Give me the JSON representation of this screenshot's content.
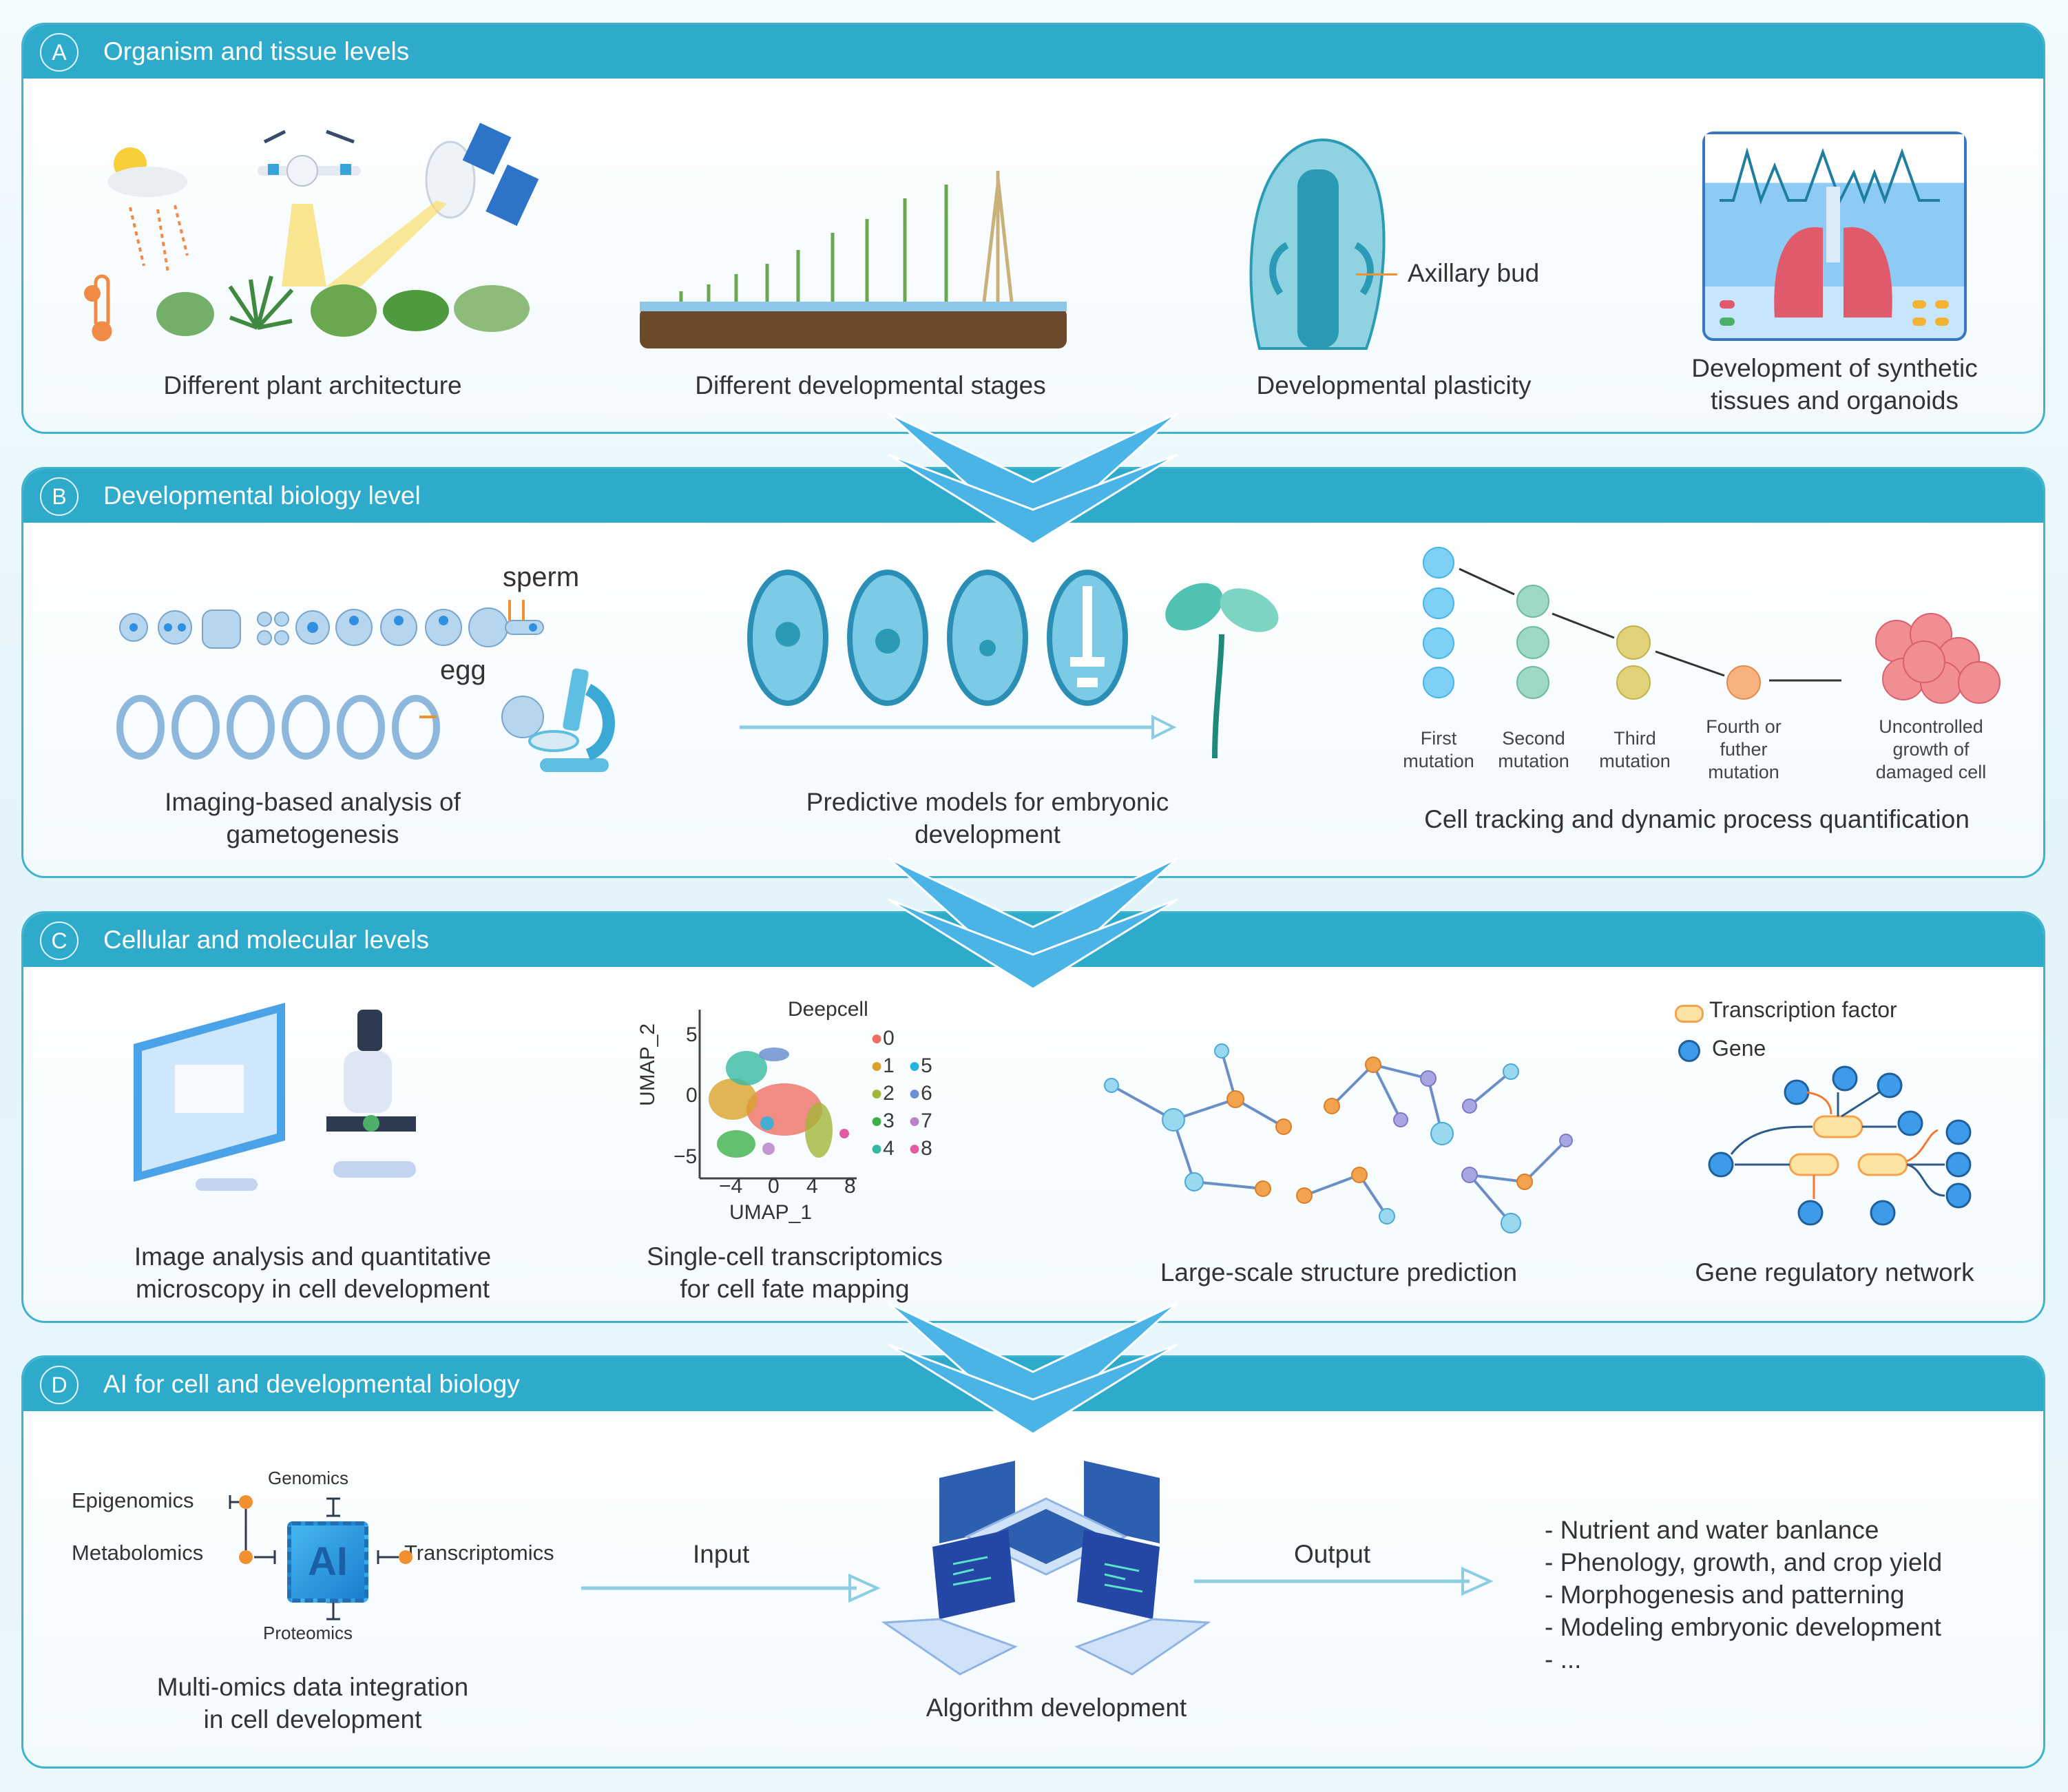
{
  "panels": {
    "A": {
      "badge": "A",
      "title": "Organism and tissue levels",
      "items": [
        {
          "caption": "Different plant architecture"
        },
        {
          "caption": "Different developmental stages"
        },
        {
          "caption": "Developmental plasticity",
          "label": "Axillary bud"
        },
        {
          "caption_line1": "Development of synthetic",
          "caption_line2": "tissues and organoids"
        }
      ]
    },
    "B": {
      "badge": "B",
      "title": "Developmental biology level",
      "gametogenesis": {
        "sperm_label": "sperm",
        "egg_label": "egg",
        "caption_line1": "Imaging-based analysis of",
        "caption_line2": "gametogenesis"
      },
      "embryo": {
        "caption_line1": "Predictive models for embryonic",
        "caption_line2": "development"
      },
      "tracking": {
        "stages": [
          {
            "line1": "First",
            "line2": "mutation",
            "line3": ""
          },
          {
            "line1": "Second",
            "line2": "mutation",
            "line3": ""
          },
          {
            "line1": "Third",
            "line2": "mutation",
            "line3": ""
          },
          {
            "line1": "Fourth or",
            "line2": "futher",
            "line3": "mutation"
          },
          {
            "line1": "Uncontrolled",
            "line2": "growth of",
            "line3": "damaged cell"
          }
        ],
        "caption": "Cell tracking and dynamic process quantification"
      }
    },
    "C": {
      "badge": "C",
      "title": "Cellular and molecular levels",
      "microscopy": {
        "caption_line1": "Image analysis and quantitative",
        "caption_line2": "microscopy in cell development"
      },
      "umap": {
        "caption_line1": "Single-cell transcriptomics",
        "caption_line2": "for cell fate mapping"
      },
      "structure": {
        "caption": "Large-scale structure prediction"
      },
      "grn": {
        "legend_tf": "Transcription factor",
        "legend_gene": "Gene",
        "caption": "Gene regulatory network"
      }
    },
    "D": {
      "badge": "D",
      "title": "AI for cell and developmental biology",
      "omics": {
        "genomics": "Genomics",
        "epigenomics": "Epigenomics",
        "metabolomics": "Metabolomics",
        "transcriptomics": "Transcriptomics",
        "proteomics": "Proteomics",
        "chip_label": "AI",
        "caption_line1": "Multi-omics data integration",
        "caption_line2": "in cell development"
      },
      "input_label": "Input",
      "output_label": "Output",
      "algorithm_caption": "Algorithm development",
      "outputs": [
        "- Nutrient and water banlance",
        "- Phenology, growth, and crop yield",
        "- Morphogenesis and patterning",
        "- Modeling embryonic development",
        "- ..."
      ]
    }
  },
  "chart_data": {
    "type": "scatter",
    "title": "Deepcell",
    "xlabel": "UMAP_1",
    "ylabel": "UMAP_2",
    "xticks": [
      -4,
      0,
      4,
      8
    ],
    "yticks": [
      -5,
      0,
      5
    ],
    "xlim": [
      -7,
      8.5
    ],
    "ylim": [
      -6,
      7
    ],
    "legend": [
      {
        "name": "0",
        "color": "#ef6f63"
      },
      {
        "name": "1",
        "color": "#d9a22c"
      },
      {
        "name": "2",
        "color": "#a3b53a"
      },
      {
        "name": "3",
        "color": "#3db04a"
      },
      {
        "name": "4",
        "color": "#34b9a0"
      },
      {
        "name": "5",
        "color": "#27b3e0"
      },
      {
        "name": "6",
        "color": "#6d8fd0"
      },
      {
        "name": "7",
        "color": "#b784c9"
      },
      {
        "name": "8",
        "color": "#e35ca1"
      }
    ],
    "clusters": [
      {
        "name": "0",
        "center": [
          2,
          0
        ]
      },
      {
        "name": "1",
        "center": [
          -5,
          0.5
        ]
      },
      {
        "name": "2",
        "center": [
          5,
          -2
        ]
      },
      {
        "name": "3",
        "center": [
          -3.5,
          -3
        ]
      },
      {
        "name": "4",
        "center": [
          -2.5,
          3
        ]
      },
      {
        "name": "5",
        "center": [
          -0.5,
          -1.5
        ]
      },
      {
        "name": "6",
        "center": [
          1,
          4.5
        ]
      },
      {
        "name": "7",
        "center": [
          -0.5,
          -3.5
        ]
      },
      {
        "name": "8",
        "center": [
          7.5,
          -2
        ]
      }
    ],
    "legend_position": "right"
  },
  "colors": {
    "header": "#2eabcb",
    "border": "#3fb2cc",
    "chevron": "#4ab4e6",
    "accent_orange": "#f0902e"
  }
}
